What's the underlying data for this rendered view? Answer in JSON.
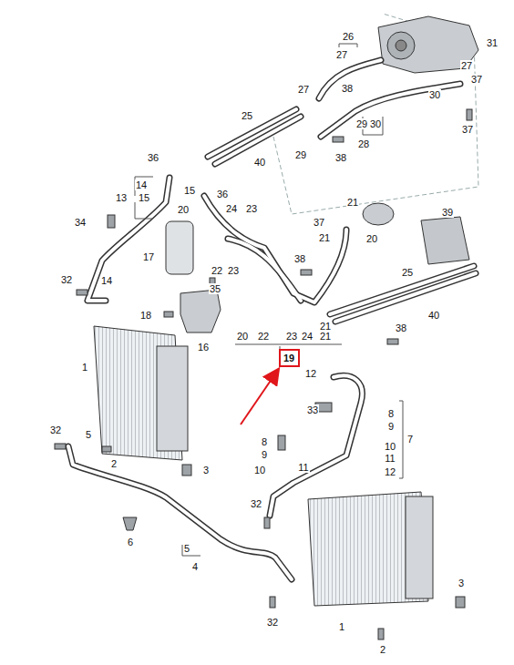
{
  "diagram": {
    "nodes": [
      {
        "text": [
          "19"
        ]
      }
    ],
    "labels": [
      "31",
      "26",
      "27",
      "27",
      "37",
      "38",
      "27",
      "30",
      "37",
      "25",
      "29",
      "30",
      "28",
      "29",
      "38",
      "40",
      "36",
      "14",
      "15",
      "13",
      "15",
      "36",
      "21",
      "20",
      "24",
      "23",
      "34",
      "37",
      "20",
      "21",
      "39",
      "17",
      "22",
      "23",
      "38",
      "25",
      "32",
      "14",
      "35",
      "40",
      "18",
      "21",
      "38",
      "20",
      "22",
      "23",
      "24",
      "21",
      "16",
      "1",
      "12",
      "8",
      "9",
      "33",
      "7",
      "10",
      "11",
      "12",
      "32",
      "5",
      "2",
      "3",
      "8",
      "9",
      "10",
      "11",
      "32",
      "6",
      "5",
      "4",
      "3",
      "1",
      "32",
      "2"
    ]
  }
}
